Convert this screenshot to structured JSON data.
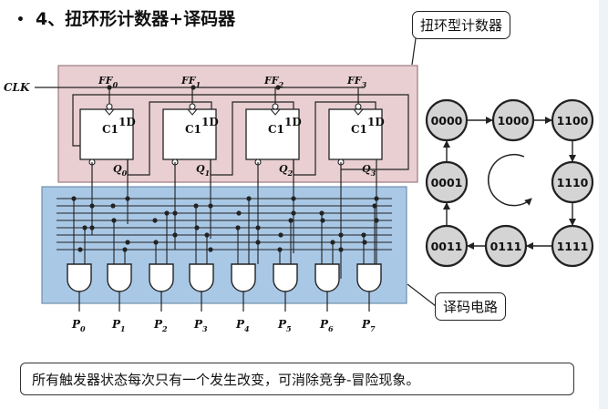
{
  "title": "4、扭环形计数器+译码器",
  "callouts": {
    "counter": "扭环型计数器",
    "decoder": "译码电路"
  },
  "note": "所有触发器状态每次只有一个发生改变，可消除竞争-冒险现象。",
  "colors": {
    "counter_fill": "#e9cfd2",
    "decoder_fill": "#a9c8e6",
    "line": "#222222",
    "state_fill": "#d4d4d4"
  },
  "clock_label": "CLK",
  "flipflops": [
    {
      "name": "FF",
      "sub": "0",
      "out": "Q",
      "out_sub": "0",
      "pin_clk": "C1",
      "pin_d": "1D"
    },
    {
      "name": "FF",
      "sub": "1",
      "out": "Q",
      "out_sub": "1",
      "pin_clk": "C1",
      "pin_d": "1D"
    },
    {
      "name": "FF",
      "sub": "2",
      "out": "Q",
      "out_sub": "2",
      "pin_clk": "C1",
      "pin_d": "1D"
    },
    {
      "name": "FF",
      "sub": "3",
      "out": "Q",
      "out_sub": "3",
      "pin_clk": "C1",
      "pin_d": "1D"
    }
  ],
  "outputs": [
    {
      "name": "P",
      "sub": "0"
    },
    {
      "name": "P",
      "sub": "1"
    },
    {
      "name": "P",
      "sub": "2"
    },
    {
      "name": "P",
      "sub": "3"
    },
    {
      "name": "P",
      "sub": "4"
    },
    {
      "name": "P",
      "sub": "5"
    },
    {
      "name": "P",
      "sub": "6"
    },
    {
      "name": "P",
      "sub": "7"
    }
  ],
  "states": [
    "0000",
    "1000",
    "1100",
    "1110",
    "1111",
    "0111",
    "0011",
    "0001"
  ]
}
